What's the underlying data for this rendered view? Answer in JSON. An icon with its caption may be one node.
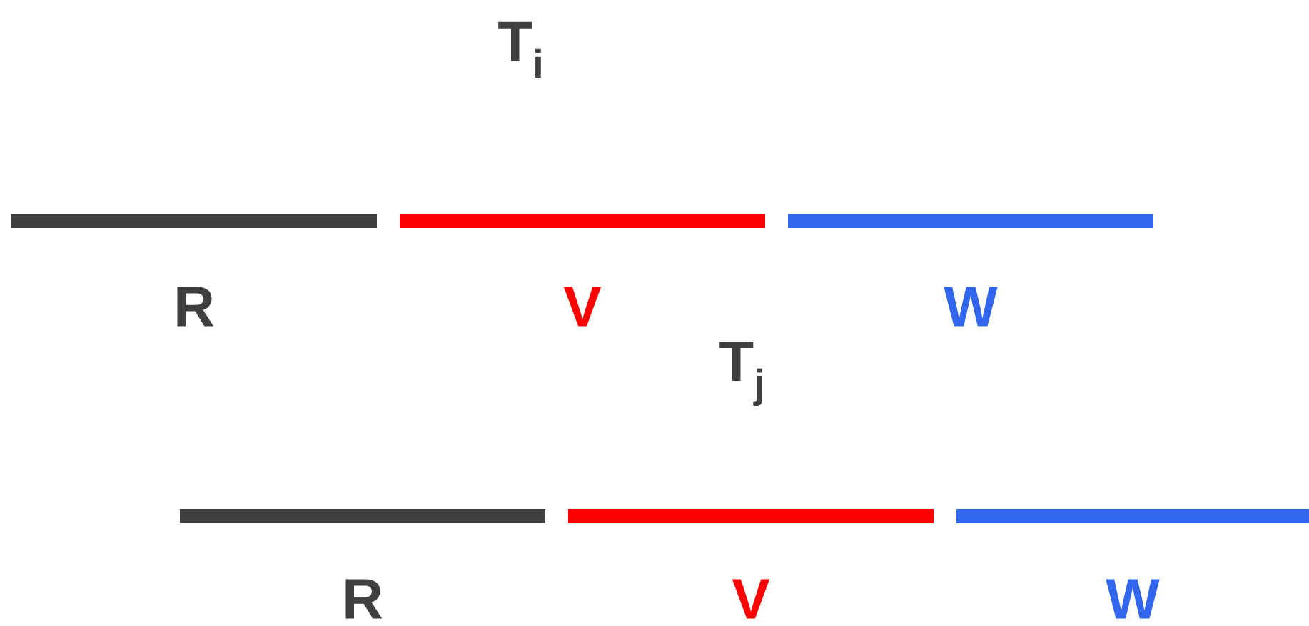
{
  "diagram": {
    "nodes": [
      {
        "text": [
          "R"
        ]
      },
      {
        "text": [
          "V"
        ]
      },
      {
        "text": [
          "W"
        ]
      },
      {
        "text": [
          "R"
        ]
      },
      {
        "text": [
          "V"
        ]
      },
      {
        "text": [
          "W"
        ]
      }
    ],
    "labels": [
      "T$_{i}$",
      "T$_{j}$"
    ]
  }
}
